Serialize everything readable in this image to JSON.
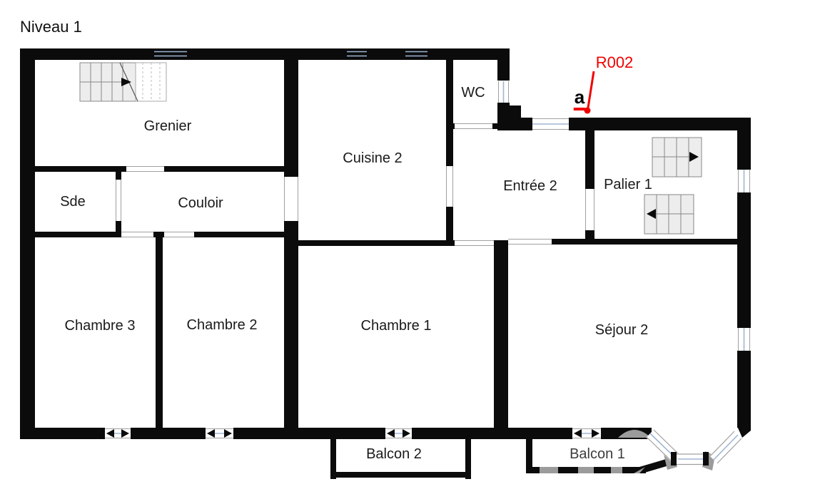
{
  "title": "Niveau 1",
  "rooms": {
    "grenier": {
      "label": "Grenier"
    },
    "sde": {
      "label": "Sde"
    },
    "couloir": {
      "label": "Couloir"
    },
    "cuisine2": {
      "label": "Cuisine 2"
    },
    "wc": {
      "label": "WC"
    },
    "entree2": {
      "label": "Entrée 2"
    },
    "palier1": {
      "label": "Palier 1"
    },
    "chambre3": {
      "label": "Chambre 3"
    },
    "chambre2": {
      "label": "Chambre 2"
    },
    "chambre1": {
      "label": "Chambre 1"
    },
    "sejour2": {
      "label": "Séjour 2"
    },
    "balcon2": {
      "label": "Balcon 2"
    },
    "balcon1": {
      "label": "Balcon 1"
    }
  },
  "annotation": {
    "reference": "R002",
    "point_label": "a"
  },
  "colors": {
    "wall": "#0b0b0b",
    "window_glass": "#9fb6d4",
    "door_jamb": "#a0a0a0",
    "annotation_red": "#f10000",
    "stair_fill": "#ededed",
    "stair_stroke": "#888888",
    "text": "#1a1a1a"
  }
}
